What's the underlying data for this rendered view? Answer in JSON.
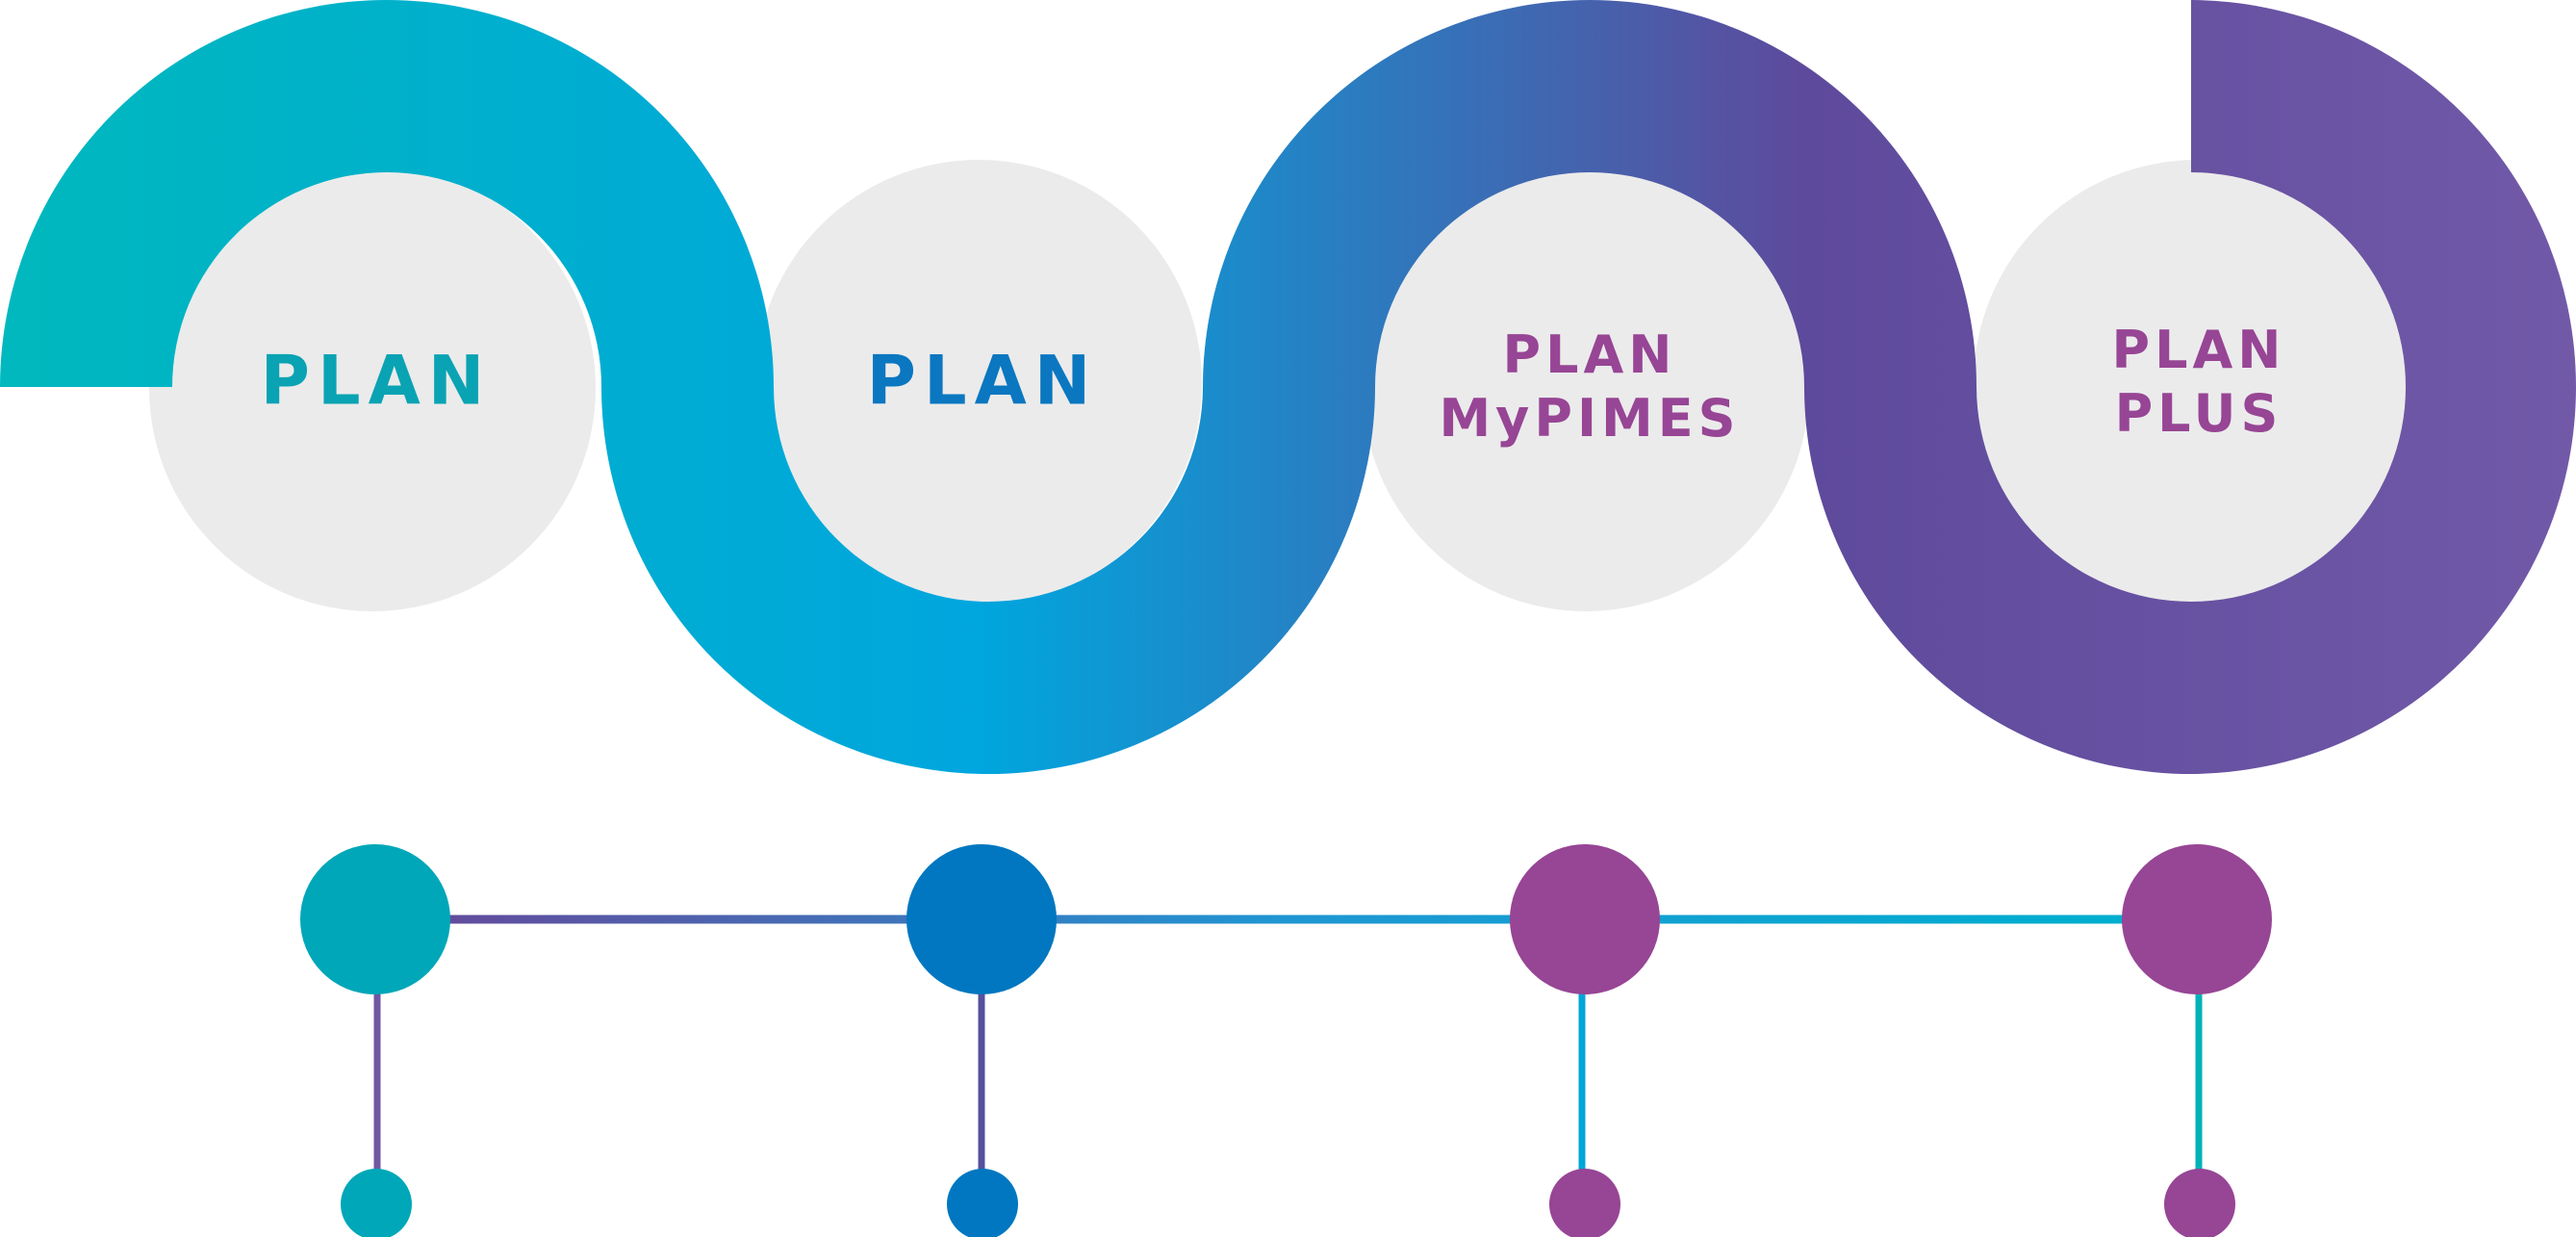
{
  "plans": [
    {
      "lines": [
        "PLAN"
      ],
      "color": "#0aa3b3"
    },
    {
      "lines": [
        "PLAN"
      ],
      "color": "#0a77c0"
    },
    {
      "lines": [
        "PLAN",
        "MyPIMES"
      ],
      "color": "#974595"
    },
    {
      "lines": [
        "PLAN",
        "PLUS"
      ],
      "color": "#974595"
    }
  ],
  "colors": {
    "ribbon_start": "#00b8bd",
    "ribbon_blue": "#00a6de",
    "ribbon_purple": "#5e4a9c",
    "ribbon_end": "#7159a8",
    "circle_fill": "#ebebeb",
    "node_colors": [
      "#00a7b8",
      "#0077c0",
      "#974595",
      "#974595"
    ],
    "timeline_purple": "#624c9d",
    "timeline_blue": "#1f96d3",
    "timeline_cyan": "#00aecf",
    "stem_colors": [
      "#7057a3",
      "#55519e",
      "#00a6d6",
      "#00b1b8"
    ]
  }
}
